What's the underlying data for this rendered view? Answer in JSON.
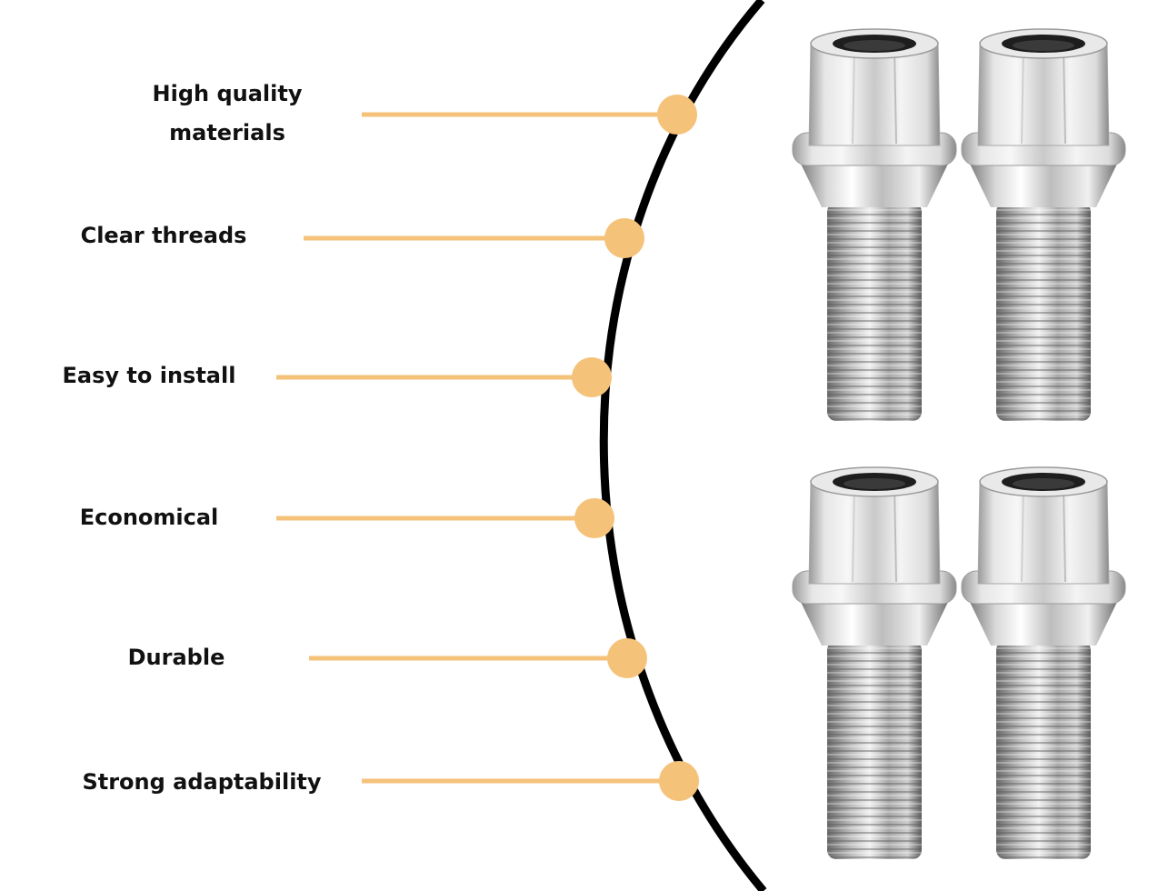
{
  "features": [
    {
      "lines": [
        "High quality",
        "materials"
      ]
    },
    {
      "lines": [
        "Clear threads"
      ]
    },
    {
      "lines": [
        "Easy to install"
      ]
    },
    {
      "lines": [
        "Economical"
      ]
    },
    {
      "lines": [
        "Durable"
      ]
    },
    {
      "lines": [
        "Strong adaptability"
      ]
    }
  ],
  "colors": {
    "connector": "#f5c27a",
    "arc": "#000000",
    "text": "#111111",
    "bolt_metal_light": "#f2f2f2",
    "bolt_metal_dark": "#6a6a6a"
  },
  "product_image": {
    "subject": "wheel-bolt",
    "count": 4
  }
}
